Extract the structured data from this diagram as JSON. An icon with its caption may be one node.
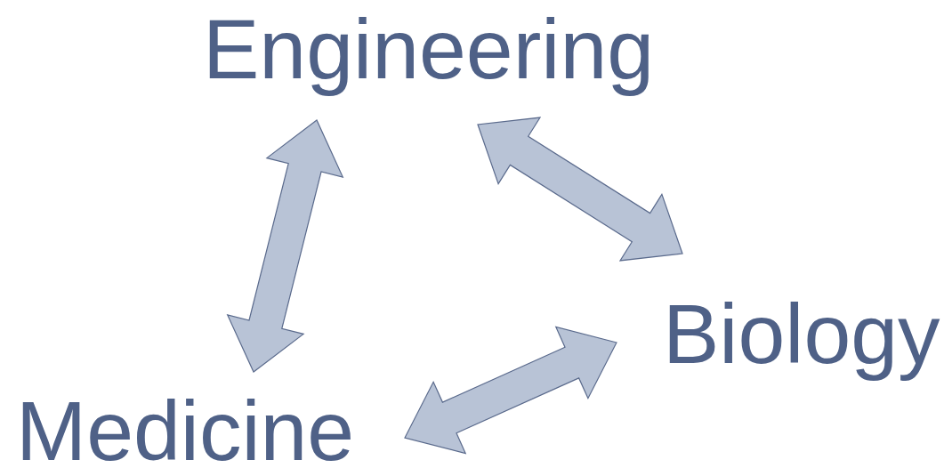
{
  "diagram": {
    "nodes": [
      {
        "text": [
          "Engineering"
        ]
      },
      {
        "text": [
          "Biology"
        ]
      },
      {
        "text": [
          "Medicine"
        ]
      }
    ],
    "edges": [
      {
        "from": 0,
        "to": 2,
        "arrow": "both"
      },
      {
        "from": 0,
        "to": 1,
        "arrow": "both"
      },
      {
        "from": 1,
        "to": 2,
        "arrow": "both"
      }
    ]
  }
}
